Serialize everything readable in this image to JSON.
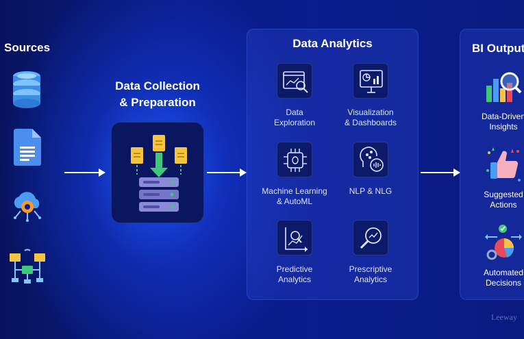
{
  "sources": {
    "title": "Sources",
    "icons": [
      "database-icon",
      "document-icon",
      "cloud-gear-icon",
      "network-devices-icon"
    ]
  },
  "collection": {
    "title_line1": "Data Collection",
    "title_line2": "& Preparation",
    "icon": "files-to-server-icon"
  },
  "analytics": {
    "title": "Data Analytics",
    "items": [
      {
        "line1": "Data",
        "line2": "Exploration",
        "icon": "data-exploration-icon"
      },
      {
        "line1": "Visualization",
        "line2": "& Dashboards",
        "icon": "dashboard-presentation-icon"
      },
      {
        "line1": "Machine Learning",
        "line2": "& AutoML",
        "icon": "ai-chip-icon"
      },
      {
        "line1": "NLP & NLG",
        "line2": "",
        "icon": "nlp-head-icon"
      },
      {
        "line1": "Predictive",
        "line2": "Analytics",
        "icon": "predictive-chart-icon"
      },
      {
        "line1": "Prescriptive",
        "line2": "Analytics",
        "icon": "prescriptive-magnifier-icon"
      }
    ]
  },
  "outputs": {
    "title": "BI Output",
    "items": [
      {
        "line1": "Data-Driven",
        "line2": "Insights",
        "icon": "insight-chart-icon"
      },
      {
        "line1": "Suggested",
        "line2": "Actions",
        "icon": "thumbs-up-icon"
      },
      {
        "line1": "Automated",
        "line2": "Decisions",
        "icon": "automated-pie-icon"
      }
    ]
  },
  "brand": "Leeway"
}
